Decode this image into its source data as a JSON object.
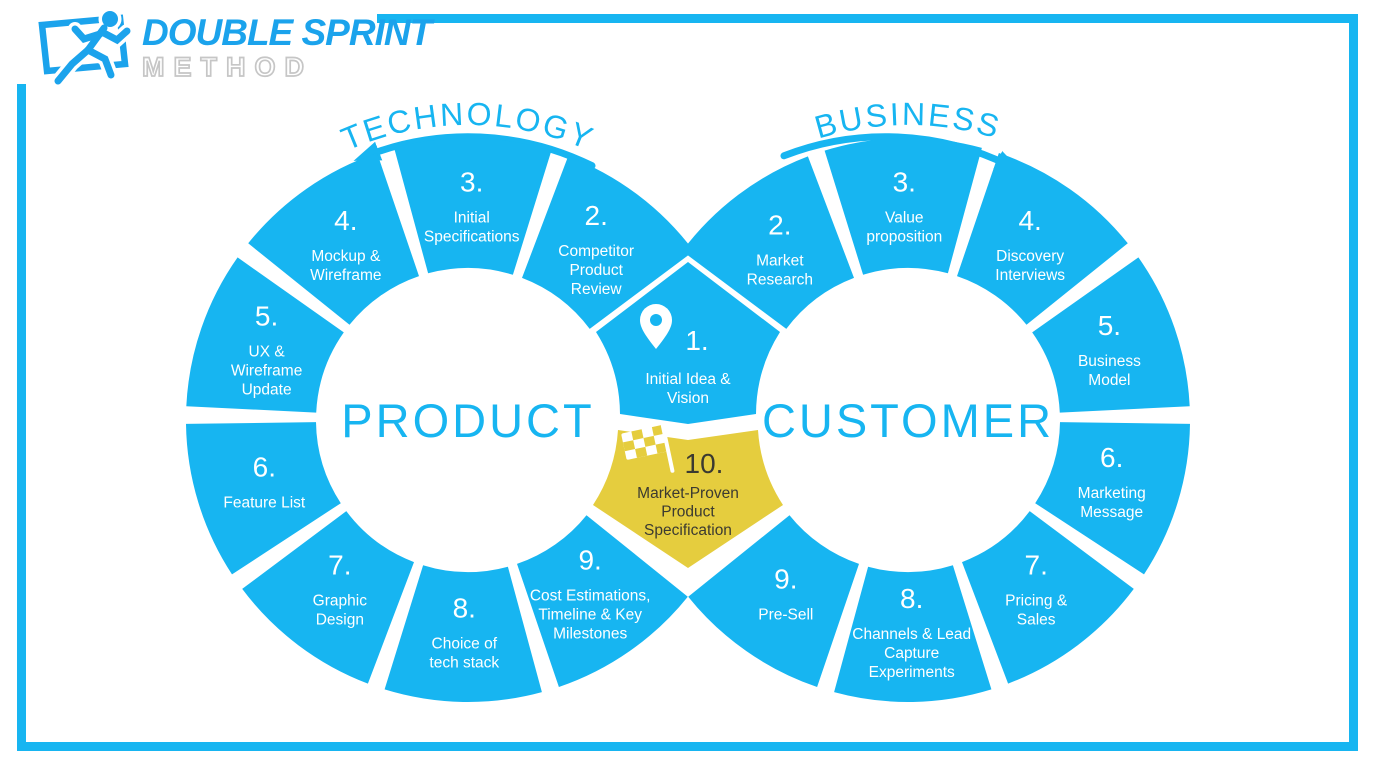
{
  "colors": {
    "blue": "#17B5F1",
    "logo_blue": "#1BA3EC",
    "yellow": "#E5CD3E",
    "dark_text": "#3B3A31",
    "logo_gray": "#C6C6C6",
    "white": "#FFFFFF"
  },
  "logo": {
    "title": "DOUBLE SPRINT",
    "subtitle": "METHOD"
  },
  "diagram": {
    "left_loop": {
      "axis_label": "TECHNOLOGY",
      "center_label": "PRODUCT",
      "direction": "counterclockwise",
      "segments": [
        {
          "number": "2.",
          "lines": [
            "Competitor",
            "Product",
            "Review"
          ]
        },
        {
          "number": "3.",
          "lines": [
            "Initial",
            "Specifications"
          ]
        },
        {
          "number": "4.",
          "lines": [
            "Mockup &",
            "Wireframe"
          ]
        },
        {
          "number": "5.",
          "lines": [
            "UX &",
            "Wireframe",
            "Update"
          ]
        },
        {
          "number": "6.",
          "lines": [
            "Feature List"
          ]
        },
        {
          "number": "7.",
          "lines": [
            "Graphic",
            "Design"
          ]
        },
        {
          "number": "8.",
          "lines": [
            "Choice of",
            "tech stack"
          ]
        },
        {
          "number": "9.",
          "lines": [
            "Cost Estimations,",
            "Timeline & Key",
            "Milestones"
          ]
        }
      ]
    },
    "right_loop": {
      "axis_label": "BUSINESS",
      "center_label": "CUSTOMER",
      "direction": "clockwise",
      "segments": [
        {
          "number": "2.",
          "lines": [
            "Market",
            "Research"
          ]
        },
        {
          "number": "3.",
          "lines": [
            "Value",
            "proposition"
          ]
        },
        {
          "number": "4.",
          "lines": [
            "Discovery",
            "Interviews"
          ]
        },
        {
          "number": "5.",
          "lines": [
            "Business",
            "Model"
          ]
        },
        {
          "number": "6.",
          "lines": [
            "Marketing",
            "Message"
          ]
        },
        {
          "number": "7.",
          "lines": [
            "Pricing &",
            "Sales"
          ]
        },
        {
          "number": "8.",
          "lines": [
            "Channels & Lead",
            "Capture",
            "Experiments"
          ]
        },
        {
          "number": "9.",
          "lines": [
            "Pre-Sell"
          ]
        }
      ]
    },
    "center_segments": [
      {
        "number": "1.",
        "icon": "map-pin-icon",
        "highlight": false,
        "lines": [
          "Initial Idea &",
          "Vision"
        ]
      },
      {
        "number": "10.",
        "icon": "checkered-flag-icon",
        "highlight": true,
        "lines": [
          "Market-Proven",
          "Product",
          "Specification"
        ]
      }
    ]
  }
}
